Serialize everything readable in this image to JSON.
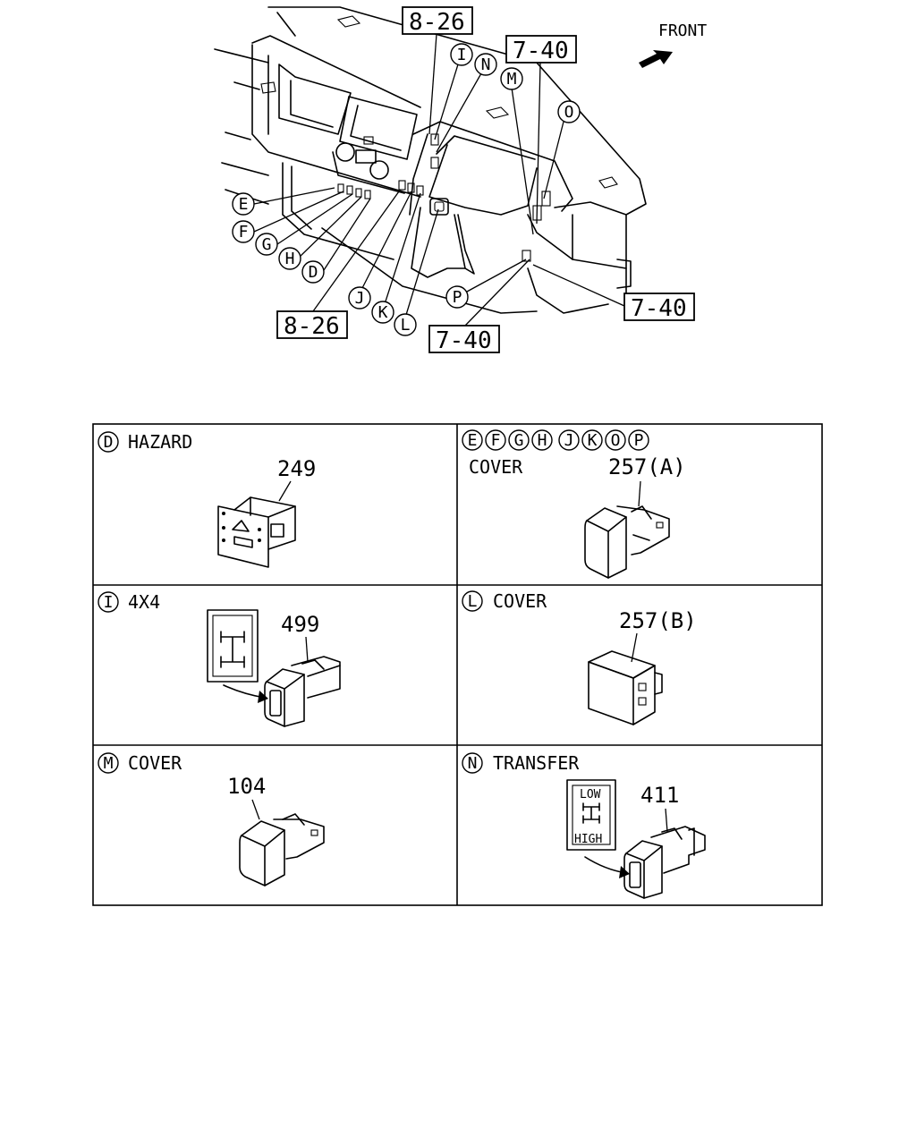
{
  "overview": {
    "front_label": "FRONT",
    "refs": [
      "8-26",
      "7-40",
      "7-40",
      "7-40",
      "8-26"
    ],
    "callouts": [
      "E",
      "F",
      "G",
      "H",
      "D",
      "I",
      "N",
      "M",
      "O",
      "J",
      "K",
      "L",
      "P"
    ]
  },
  "panels": [
    {
      "circles": [
        "D"
      ],
      "title": "HAZARD",
      "part": "249"
    },
    {
      "circles": [
        "E",
        "F",
        "G",
        "H",
        "J",
        "K",
        "O",
        "P"
      ],
      "title": "COVER",
      "part": "257(A)"
    },
    {
      "circles": [
        "I"
      ],
      "title": "4X4",
      "part": "499"
    },
    {
      "circles": [
        "L"
      ],
      "title": "COVER",
      "part": "257(B)"
    },
    {
      "circles": [
        "M"
      ],
      "title": "COVER",
      "part": "104"
    },
    {
      "circles": [
        "N"
      ],
      "title": "TRANSFER",
      "part": "411",
      "label_top": "LOW",
      "label_bottom": "HIGH"
    }
  ]
}
